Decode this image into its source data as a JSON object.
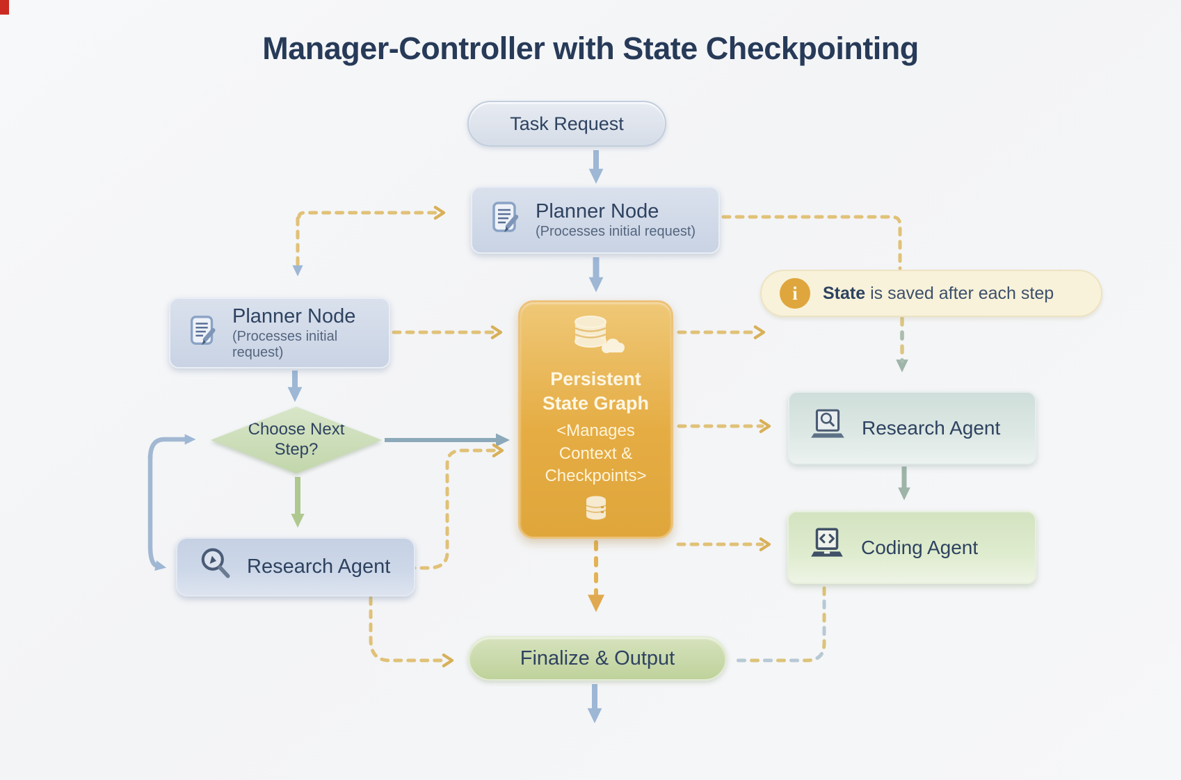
{
  "title": "Manager-Controller with State Checkpointing",
  "nodes": {
    "task_request": {
      "label": "Task Request"
    },
    "planner_center": {
      "label": "Planner Node",
      "sublabel": "(Processes initial request)",
      "icon": "document-pencil-icon"
    },
    "planner_left": {
      "label": "Planner Node",
      "sublabel": "(Processes initial request)",
      "icon": "document-pencil-icon"
    },
    "decision": {
      "label": "Choose Next Step?"
    },
    "state_graph": {
      "label": "Persistent State Graph",
      "sublabel": "<Manages Context & Checkpoints>",
      "icon_top": "database-cloud-icon",
      "icon_bottom": "database-icon"
    },
    "research_agent_left": {
      "label": "Research Agent",
      "icon": "magnifier-icon"
    },
    "research_agent_right": {
      "label": "Research Agent",
      "icon": "laptop-magnifier-icon"
    },
    "coding_agent": {
      "label": "Coding Agent",
      "icon": "laptop-code-icon"
    },
    "finalize": {
      "label": "Finalize & Output"
    }
  },
  "callout": {
    "icon": "info-icon",
    "icon_glyph": "i",
    "bold_text": "State",
    "rest_text": " is saved after each step"
  },
  "colors": {
    "title_navy": "#273a58",
    "node_text_navy": "#2e4260",
    "steel_blue_arrow": "#9db7d5",
    "gray_blue_arrow": "#8ca9ba",
    "green_arrow": "#afc88f",
    "gray_green_arrow": "#9eb4a8",
    "dashed_yellow": "#e0c177",
    "orange_arrow": "#e0a94f",
    "state_graph_orange": "#e5ac43",
    "callout_bg": "#f8f2da",
    "diamond_green": "#c2d6ab",
    "finalize_green": "#bfd29b"
  }
}
